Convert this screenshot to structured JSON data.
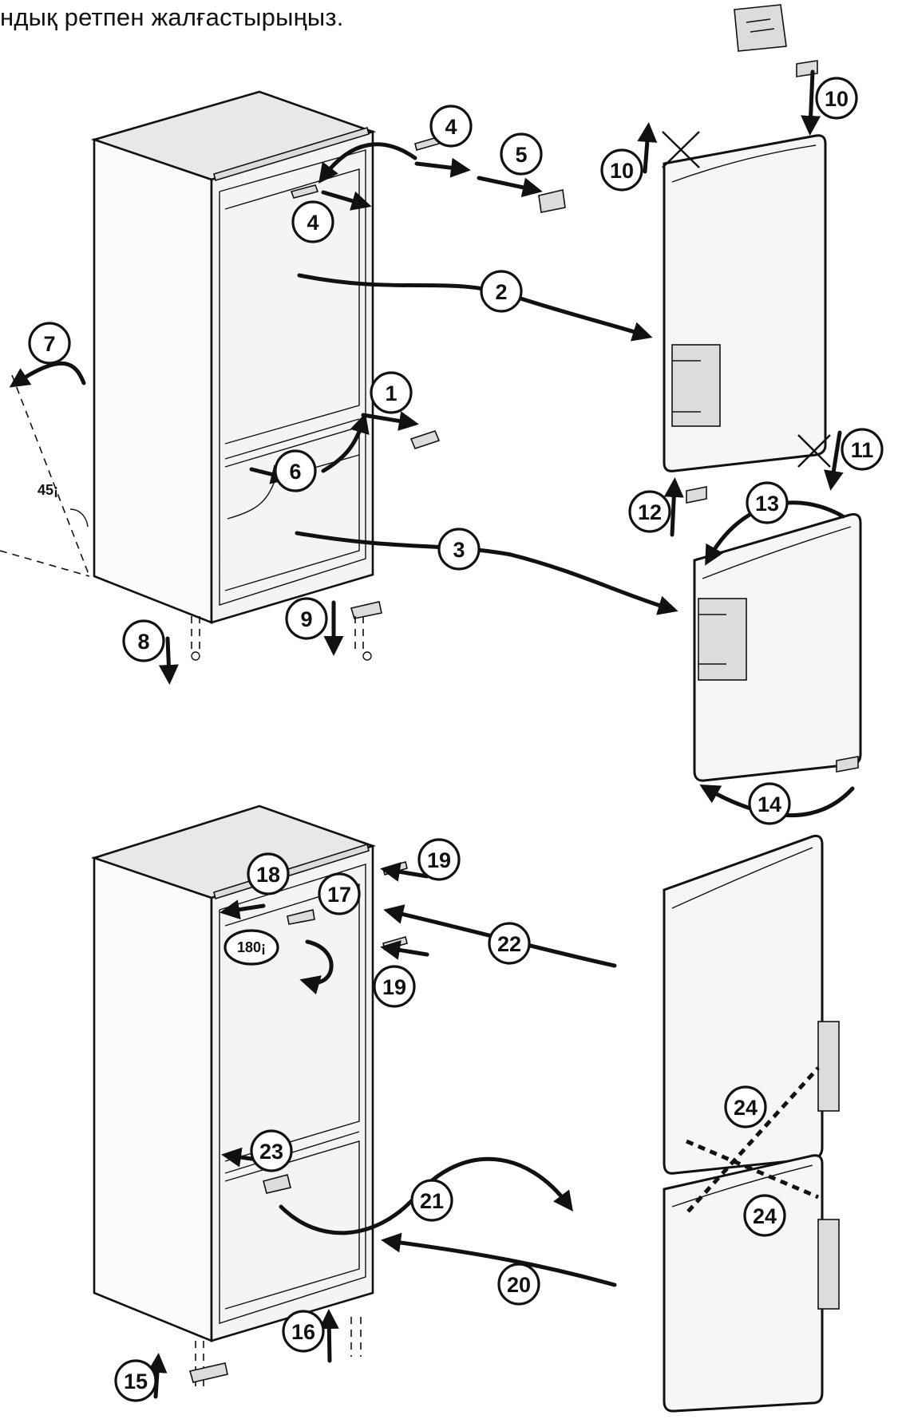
{
  "header": {
    "instruction_text": "ндық ретпен жалғастырыңыз."
  },
  "diagram": {
    "step_labels": [
      "1",
      "2",
      "3",
      "4",
      "4",
      "5",
      "6",
      "7",
      "8",
      "9",
      "10",
      "10",
      "11",
      "12",
      "13",
      "14",
      "15",
      "16",
      "17",
      "18",
      "19",
      "19",
      "20",
      "21",
      "22",
      "23",
      "24",
      "24"
    ],
    "angle_labels": [
      "45¡",
      "180¡"
    ]
  },
  "icons": {
    "bag": "parts-bag-icon",
    "no_symbol": "prohibited-icon"
  },
  "colors": {
    "ink": "#111111",
    "panel": "#f4f4f4",
    "background": "#ffffff"
  }
}
